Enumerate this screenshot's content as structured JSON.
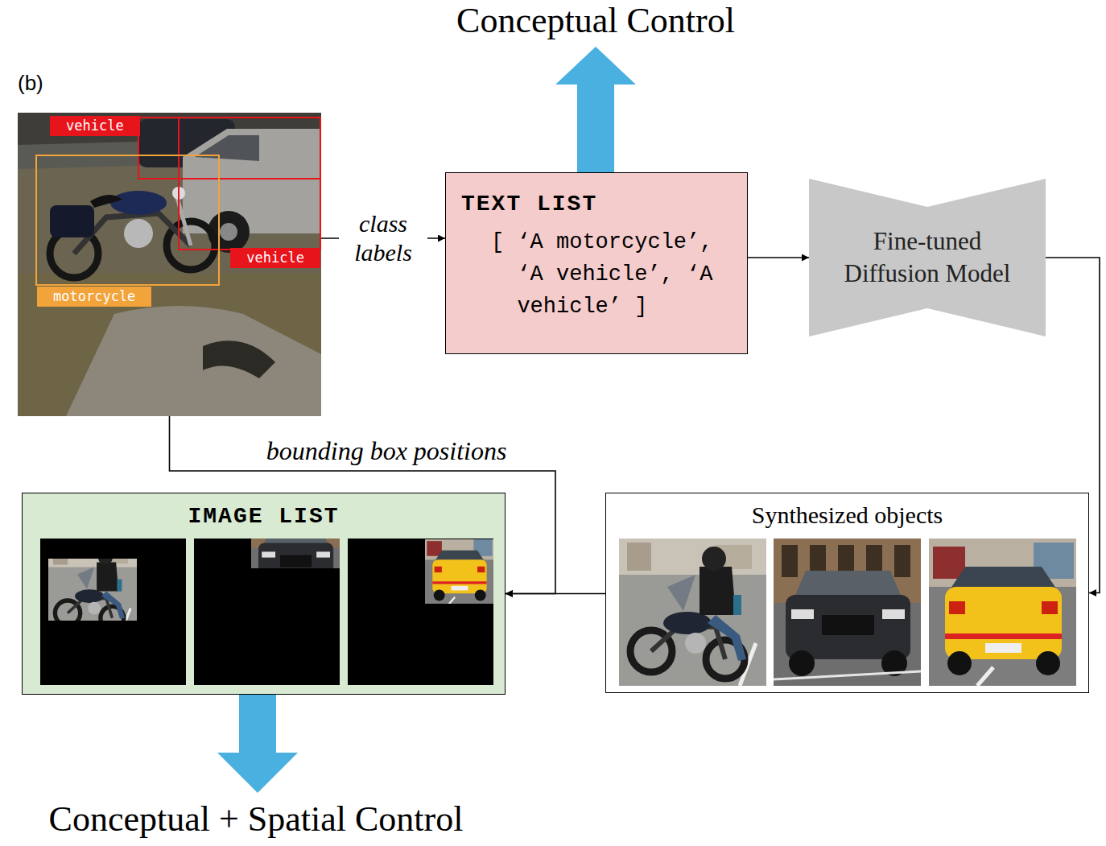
{
  "diagram": {
    "nodes": [
      {
        "text": [
          "vehicle",
          "vehicle",
          "motorcycle"
        ]
      },
      {
        "text": [
          "TEXT LIST",
          "[ ‘A motorcycle’, ‘A vehicle’, ‘A vehicle’ ]"
        ]
      },
      {
        "text": [
          "Fine-tuned Diffusion Model"
        ]
      },
      {
        "text": [
          "IMAGE LIST"
        ]
      },
      {
        "text": [
          "Synthesized objects"
        ]
      }
    ],
    "edges": [
      {
        "from": 0,
        "to": 1,
        "arrow": "to",
        "label": "class labels"
      },
      {
        "from": 1,
        "to": 2,
        "arrow": "to"
      },
      {
        "from": 2,
        "to": 4,
        "arrow": "to"
      },
      {
        "from": 4,
        "to": 3,
        "arrow": "to"
      },
      {
        "from": 0,
        "to": 3,
        "arrow": "to",
        "label": "bounding box positions"
      }
    ],
    "labels": [
      "Conceptual Control",
      "(b)",
      "Conceptual + Spatial Control"
    ]
  }
}
